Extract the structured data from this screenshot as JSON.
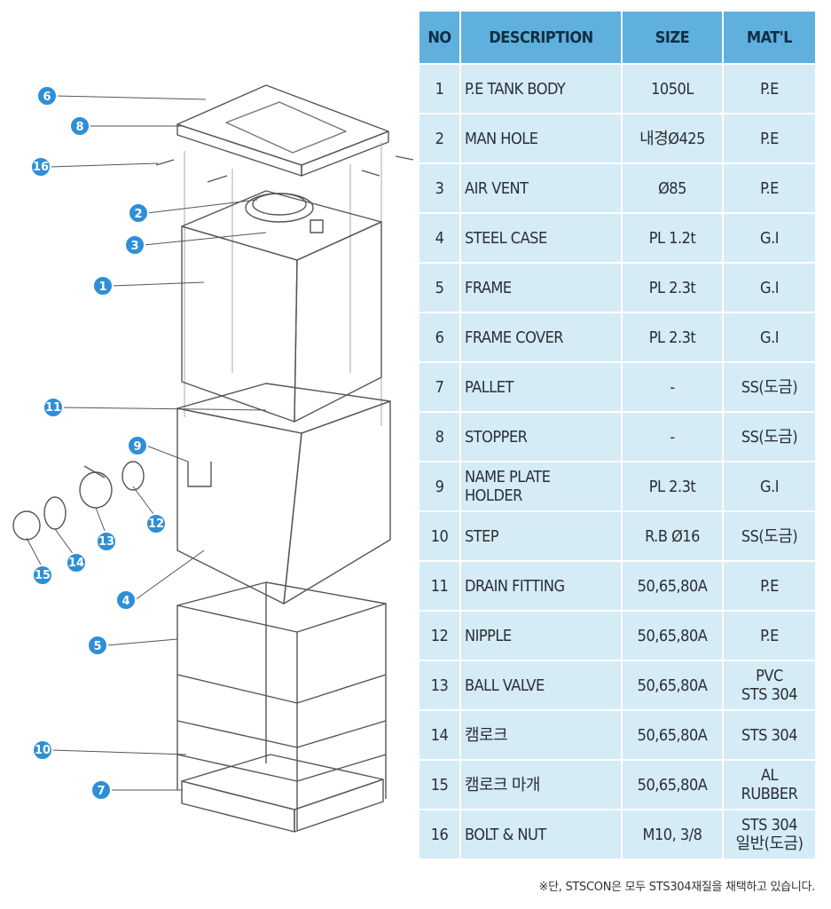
{
  "table": {
    "headers": {
      "no": "NO",
      "description": "DESCRIPTION",
      "size": "SIZE",
      "material": "MAT'L"
    },
    "rows": [
      {
        "no": "1",
        "description": "P.E TANK BODY",
        "size": "1050L",
        "material": "P.E"
      },
      {
        "no": "2",
        "description": "MAN HOLE",
        "size": "내경Ø425",
        "material": "P.E"
      },
      {
        "no": "3",
        "description": "AIR VENT",
        "size": "Ø85",
        "material": "P.E"
      },
      {
        "no": "4",
        "description": "STEEL CASE",
        "size": "PL   1.2t",
        "material": "G.I"
      },
      {
        "no": "5",
        "description": "FRAME",
        "size": "PL   2.3t",
        "material": "G.I"
      },
      {
        "no": "6",
        "description": "FRAME COVER",
        "size": "PL   2.3t",
        "material": "G.I"
      },
      {
        "no": "7",
        "description": "PALLET",
        "size": "-",
        "material": "SS(도금)"
      },
      {
        "no": "8",
        "description": "STOPPER",
        "size": "-",
        "material": "SS(도금)"
      },
      {
        "no": "9",
        "description": "NAME PLATE\nHOLDER",
        "size": "PL   2.3t",
        "material": "G.I"
      },
      {
        "no": "10",
        "description": "STEP",
        "size": "R.B Ø16",
        "material": "SS(도금)"
      },
      {
        "no": "11",
        "description": "DRAIN FITTING",
        "size": "50,65,80A",
        "material": "P.E"
      },
      {
        "no": "12",
        "description": "NIPPLE",
        "size": "50,65,80A",
        "material": "P.E"
      },
      {
        "no": "13",
        "description": "BALL VALVE",
        "size": "50,65,80A",
        "material": "PVC\nSTS 304"
      },
      {
        "no": "14",
        "description": "캠로크",
        "size": "50,65,80A",
        "material": "STS 304"
      },
      {
        "no": "15",
        "description": "캠로크 마개",
        "size": "50,65,80A",
        "material": "AL\nRUBBER"
      },
      {
        "no": "16",
        "description": "BOLT & NUT",
        "size": "M10, 3/8",
        "material": "STS 304\n일반(도금)"
      }
    ]
  },
  "footnote": "※단, STSCON은 모두 STS304재질을 채택하고 있습니다.",
  "diagram": {
    "callouts": [
      "6",
      "8",
      "16",
      "2",
      "3",
      "1",
      "11",
      "9",
      "12",
      "13",
      "14",
      "15",
      "4",
      "5",
      "10",
      "7"
    ]
  },
  "colors": {
    "header_bg": "#5fb0dd",
    "row_bg": "#d5ebf6",
    "callout": "#2f8fd6"
  }
}
